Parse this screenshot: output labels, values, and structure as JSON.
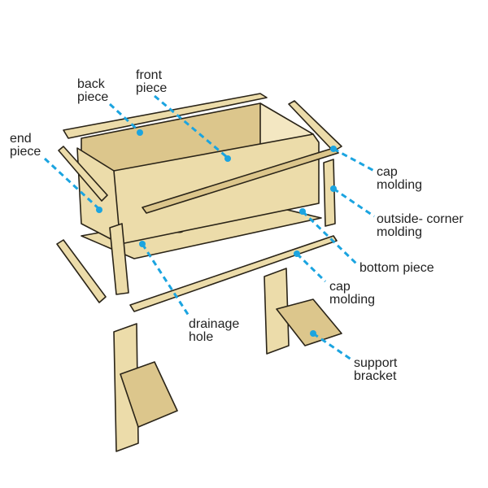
{
  "labels": {
    "back_piece": [
      "back",
      "piece"
    ],
    "front_piece": [
      "front",
      "piece"
    ],
    "end_piece": [
      "end",
      "piece"
    ],
    "cap_molding_top": [
      "cap",
      "molding"
    ],
    "outside_corner_molding": [
      "outside- corner",
      "molding"
    ],
    "bottom_piece": [
      "bottom piece"
    ],
    "cap_molding_front": [
      "cap",
      "molding"
    ],
    "drainage_hole": [
      "drainage",
      "hole"
    ],
    "support_bracket": [
      "support",
      "bracket"
    ]
  },
  "colors": {
    "leader": "#1ba4e0",
    "wood": "#ecdcaa"
  }
}
